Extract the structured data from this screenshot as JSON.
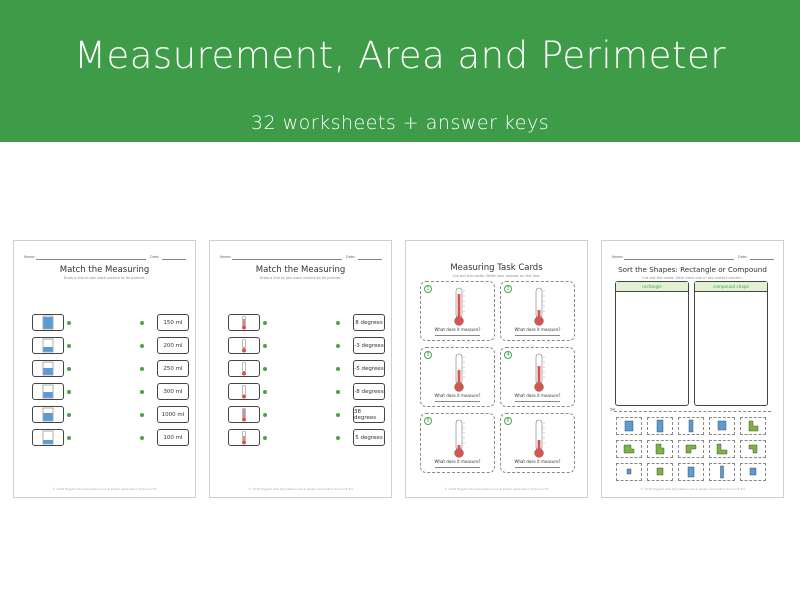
{
  "banner": {
    "title": "Measurement, Area and Perimeter",
    "subtitle": "32 worksheets + answer keys",
    "color": "#3e9c49"
  },
  "sheets": [
    {
      "header_name": "Name:",
      "header_date": "Date:",
      "title": "Match the Measuring",
      "instructions": "Draw a line to join each picture to its partner.",
      "labels": [
        "150 ml",
        "200 ml",
        "250 ml",
        "300 ml",
        "1000 ml",
        "100 ml"
      ],
      "footer": "© 2018 Higgins Teaching Resources & Single Lamination School & Ed"
    },
    {
      "header_name": "Name:",
      "header_date": "Date:",
      "title": "Match the Measuring",
      "instructions": "Draw a line to join each picture to its partner.",
      "labels": [
        "8 degrees",
        "-3 degrees",
        "-5 degrees",
        "-8 degrees",
        "38 degrees",
        "5 degrees"
      ],
      "footer": "© 2018 Higgins Teaching Resources & Single Lamination School & Ed"
    },
    {
      "title": "Measuring Task Cards",
      "instructions": "Cut out the cards. Write your answer on the line.",
      "cards": [
        {
          "num": "1",
          "question": "What does it measure?"
        },
        {
          "num": "2",
          "question": "What does it measure?"
        },
        {
          "num": "3",
          "question": "What does it measure?"
        },
        {
          "num": "4",
          "question": "What does it measure?"
        },
        {
          "num": "5",
          "question": "What does it measure?"
        },
        {
          "num": "6",
          "question": "What does it measure?"
        }
      ],
      "footer": "© 2018 Higgins Teaching Resources & Single Lamination School & Ed"
    },
    {
      "header_name": "Name:",
      "header_date": "Date:",
      "title": "Sort the Shapes: Rectangle or Compound",
      "instructions": "Cut out the cards. Stick each one in the correct column.",
      "columns": [
        "rectangle",
        "compound shape"
      ],
      "footer": "© 2018 Higgins Teaching Resources & Single Lamination School & Ed"
    }
  ]
}
